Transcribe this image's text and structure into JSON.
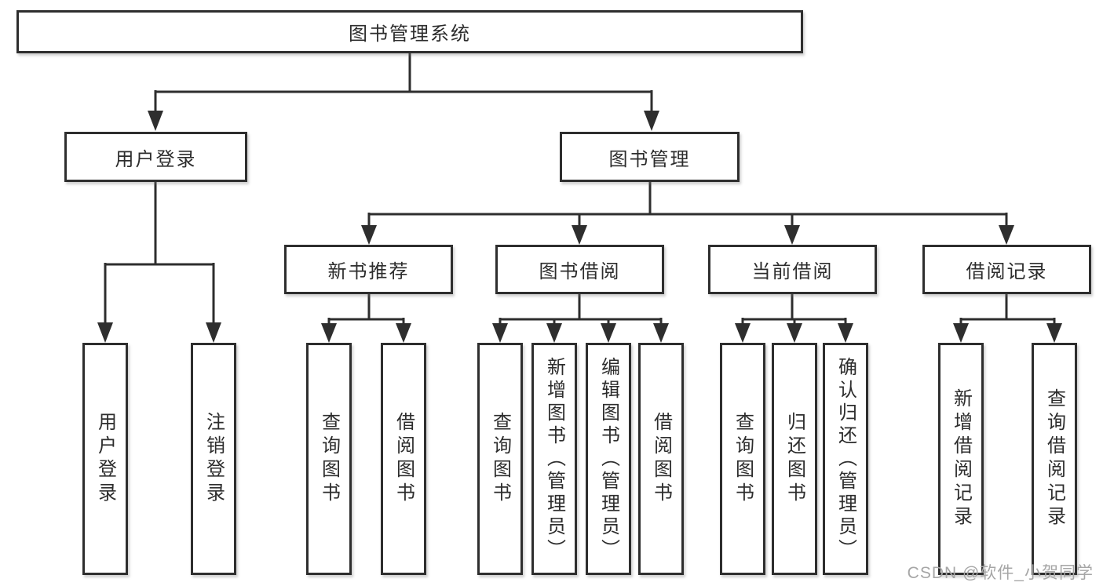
{
  "tree": {
    "label": "图书管理系统",
    "children": [
      {
        "label": "用户登录",
        "children": [
          {
            "label": "用户登录"
          },
          {
            "label": "注销登录"
          }
        ]
      },
      {
        "label": "图书管理",
        "children": [
          {
            "label": "新书推荐",
            "children": [
              {
                "label": "查询图书"
              },
              {
                "label": "借阅图书"
              }
            ]
          },
          {
            "label": "图书借阅",
            "children": [
              {
                "label": "查询图书"
              },
              {
                "label": "新增图书（管理员）"
              },
              {
                "label": "编辑图书（管理员）"
              },
              {
                "label": "借阅图书"
              }
            ]
          },
          {
            "label": "当前借阅",
            "children": [
              {
                "label": "查询图书"
              },
              {
                "label": "归还图书"
              },
              {
                "label": "确认归还（管理员）"
              }
            ]
          },
          {
            "label": "借阅记录",
            "children": [
              {
                "label": "新增借阅记录"
              },
              {
                "label": "查询借阅记录"
              }
            ]
          }
        ]
      }
    ]
  },
  "watermark": {
    "text": "CSDN @软件_小贺同学"
  },
  "colors": {
    "line": "#2e2e2e",
    "box_border": "#2e2e2e",
    "box_fill": "#ffffff",
    "text": "#2d2d2d",
    "watermark": "#a6a6a6",
    "background": "#ffffff"
  }
}
